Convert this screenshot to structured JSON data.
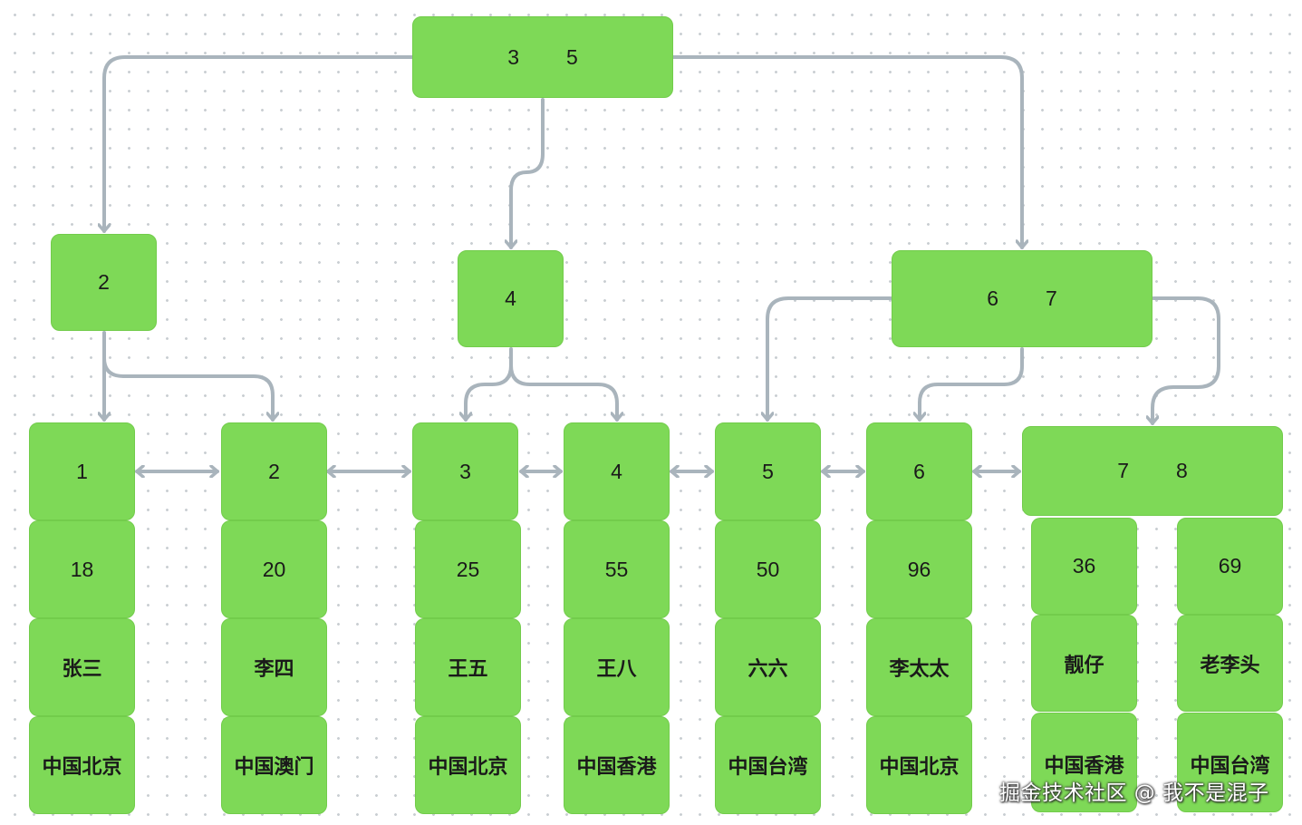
{
  "root": {
    "keys": [
      "3",
      "5"
    ]
  },
  "level1": {
    "left": {
      "keys": [
        "2"
      ]
    },
    "middle": {
      "keys": [
        "4"
      ]
    },
    "right": {
      "keys": [
        "6",
        "7"
      ]
    }
  },
  "leaves": [
    {
      "id": "1",
      "age": "18",
      "name": "张三",
      "city": "中国北京"
    },
    {
      "id": "2",
      "age": "20",
      "name": "李四",
      "city": "中国澳门"
    },
    {
      "id": "3",
      "age": "25",
      "name": "王五",
      "city": "中国北京"
    },
    {
      "id": "4",
      "age": "55",
      "name": "王八",
      "city": "中国香港"
    },
    {
      "id": "5",
      "age": "50",
      "name": "六六",
      "city": "中国台湾"
    },
    {
      "id": "6",
      "age": "96",
      "name": "李太太",
      "city": "中国北京"
    }
  ],
  "leaf_78": {
    "keys": [
      "7",
      "8"
    ],
    "records": [
      {
        "age": "36",
        "name": "靓仔",
        "city": "中国香港"
      },
      {
        "age": "69",
        "name": "老李头",
        "city": "中国台湾"
      }
    ]
  },
  "watermark": "掘金技术社区 @ 我不是混子",
  "colors": {
    "node_fill": "#7ed957",
    "connector": "#a9b4bc"
  }
}
